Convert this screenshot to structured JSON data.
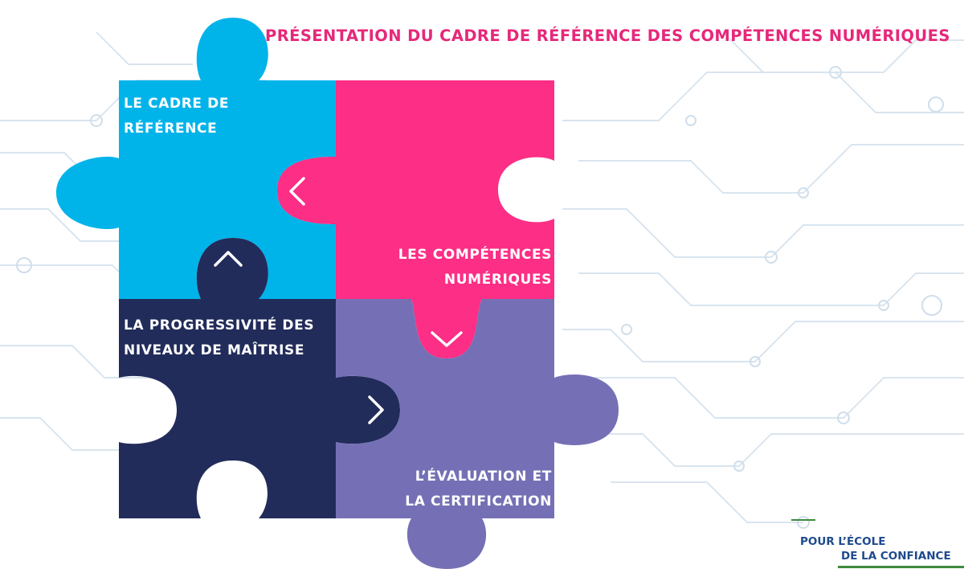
{
  "title": "PRÉSENTATION DU CADRE DE RÉFÉRENCE DES COMPÉTENCES NUMÉRIQUES",
  "pieces": [
    {
      "id": "cadre",
      "label": "LE CADRE DE\nRÉFÉRENCE",
      "color": "#00b4ea",
      "arrow": null
    },
    {
      "id": "competences",
      "label": "LES COMPÉTENCES\nNUMÉRIQUES",
      "color": "#fc2e85",
      "arrow": "chevron-left"
    },
    {
      "id": "progressivite",
      "label": "LA PROGRESSIVITÉ DES\nNIVEAUX DE MAÎTRISE",
      "color": "#222c5b",
      "arrow": "chevron-up"
    },
    {
      "id": "evaluation",
      "label": "L’ÉVALUATION ET\nLA CERTIFICATION",
      "color": "#7570b5",
      "arrow": "chevron-down"
    }
  ],
  "extra_arrow": "chevron-right",
  "colors": {
    "title": "#e6287a",
    "logo_text": "#1e4a8c",
    "logo_accent": "#3d8b3d",
    "circuit": "#d7e3ee"
  },
  "logo": {
    "line1": "POUR L’ÉCOLE",
    "line2": "DE LA CONFIANCE"
  }
}
